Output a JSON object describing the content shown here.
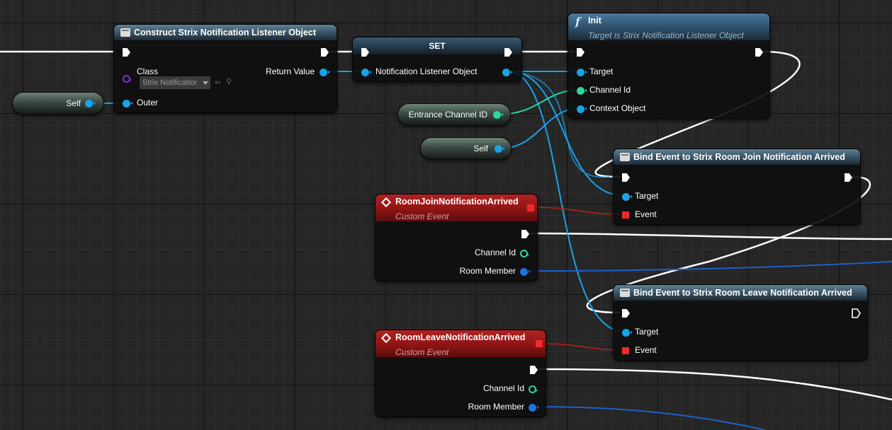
{
  "nodes": {
    "construct": {
      "title": "Construct Strix Notification Listener Object",
      "class_label": "Class",
      "class_value": "Strix Notificatior",
      "outer_label": "Outer",
      "return_label": "Return Value"
    },
    "set": {
      "title": "SET",
      "pin_label": "Notification Listener Object"
    },
    "init": {
      "title": "Init",
      "subtitle": "Target is Strix Notification Listener Object",
      "target_label": "Target",
      "channel_label": "Channel Id",
      "context_label": "Context Object"
    },
    "self1": {
      "label": "Self"
    },
    "self2": {
      "label": "Self"
    },
    "entrance": {
      "label": "Entrance Channel ID"
    },
    "bind_join": {
      "title": "Bind Event to Strix Room Join Notification Arrived",
      "target_label": "Target",
      "event_label": "Event"
    },
    "bind_leave": {
      "title": "Bind Event to Strix Room Leave Notification Arrived",
      "target_label": "Target",
      "event_label": "Event"
    },
    "event_join": {
      "title": "RoomJoinNotificationArrived",
      "subtitle": "Custom Event",
      "channel_label": "Channel Id",
      "member_label": "Room Member"
    },
    "event_leave": {
      "title": "RoomLeaveNotificationArrived",
      "subtitle": "Custom Event",
      "channel_label": "Channel Id",
      "member_label": "Room Member"
    }
  },
  "colors": {
    "exec": "#ffffff",
    "object_pin": "#18a3e8",
    "struct_pin": "#1f73e0",
    "int_pin": "#2bd6a2",
    "delegate_pin": "#ee2b2b",
    "class_pin": "#7a2fd8",
    "event_header": "#b22222",
    "function_header": "#2d4d66"
  },
  "icons": {
    "construct": "object-icon",
    "init": "function-icon",
    "events": "event-diamond-icon",
    "bind": "object-icon",
    "combo_tools": [
      "back-arrow-icon",
      "search-icon"
    ]
  }
}
